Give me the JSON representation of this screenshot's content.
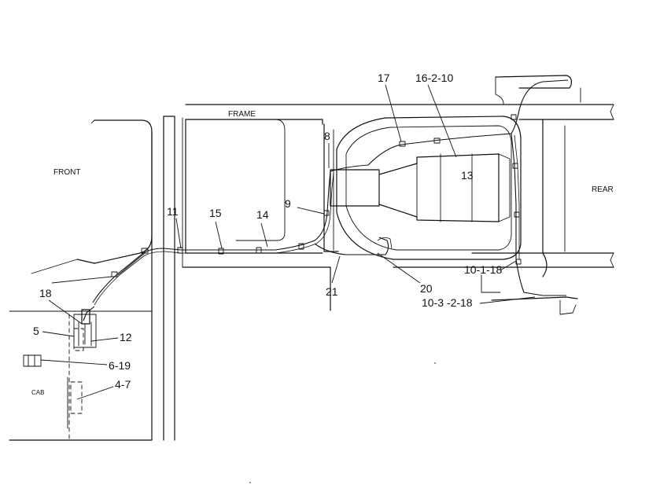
{
  "labels": {
    "frame": "FRAME",
    "front": "FRONT",
    "rear": "REAR",
    "cab": "CAB"
  },
  "callouts": {
    "c17": "17",
    "c16_2_10": "16-2-10",
    "c8": "8",
    "c13": "13",
    "c9": "9",
    "c11": "11",
    "c15": "15",
    "c14": "14",
    "c21": "21",
    "c20": "20",
    "c10_1_18": "10-1-18",
    "c10_3_2_18": "10-3 -2-18",
    "c18": "18",
    "c5": "5",
    "c12": "12",
    "c6_19": "6-19",
    "c4_7": "4-7"
  }
}
